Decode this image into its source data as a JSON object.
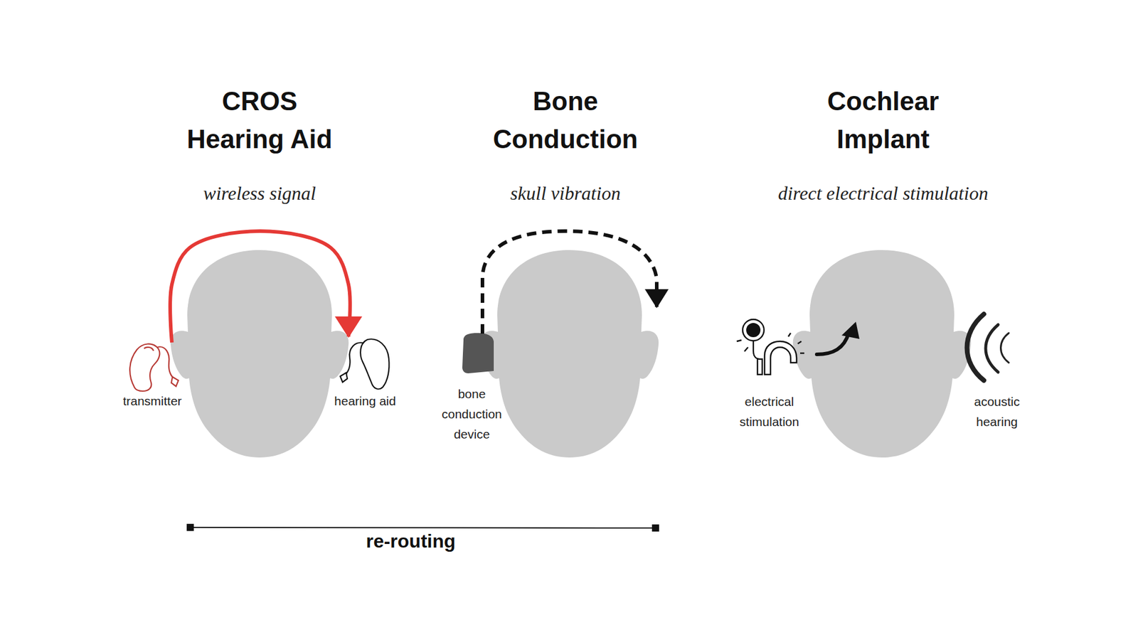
{
  "diagram": {
    "nodes": [
      {
        "text": [
          "transmitter"
        ]
      },
      {
        "text": [
          "hearing aid"
        ]
      }
    ],
    "edges": [
      {
        "from": 0,
        "to": 1,
        "arrow": "to"
      }
    ],
    "labels": [
      "CROS Hearing Aid",
      "wireless signal",
      "Bone Conduction",
      "skull vibration",
      "bone conduction device",
      "Cochlear Implant",
      "direct electrical stimulation",
      "electrical stimulation",
      "acoustic hearing",
      "re-routing"
    ]
  }
}
